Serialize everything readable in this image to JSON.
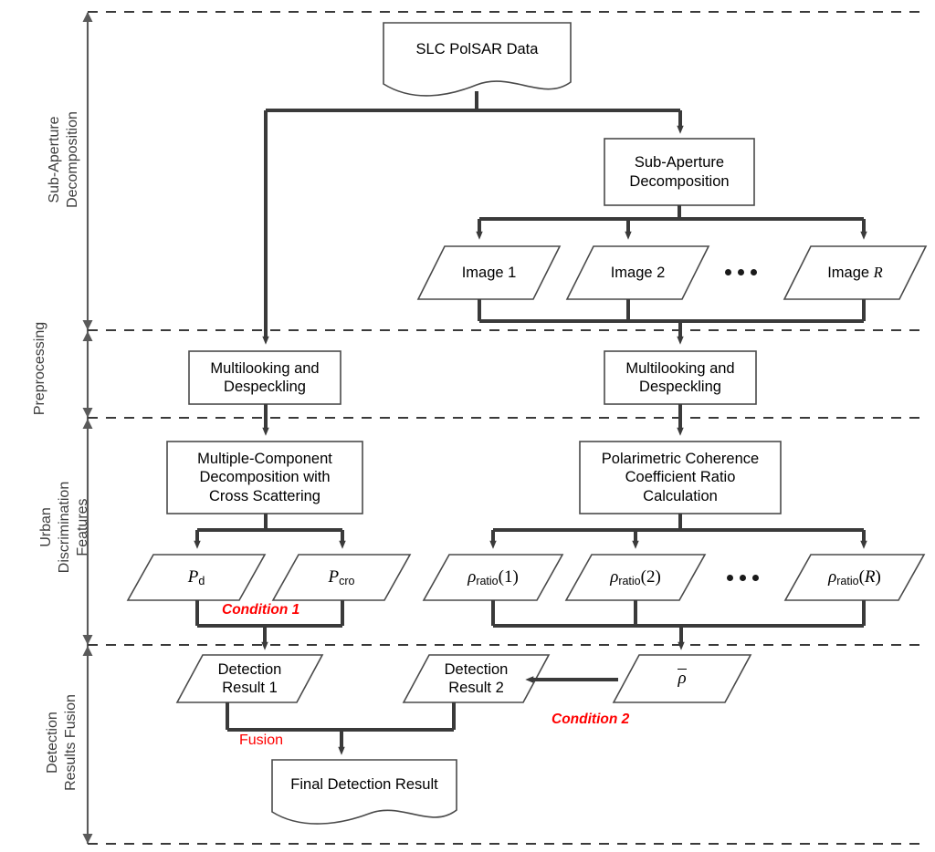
{
  "figure": {
    "type": "flowchart",
    "title": "PolSAR urban area detection processing chain",
    "colors": {
      "line": "#3a3a3a",
      "thick_line": "#333333",
      "annotation": "#ff0000",
      "text": "#000000",
      "stage_text": "#3d3d3d",
      "background": "#ffffff"
    }
  },
  "stages": [
    {
      "id": "stage-sub-aperture",
      "label": "Sub-Aperture\nDecomposition"
    },
    {
      "id": "stage-preprocessing",
      "label": "Preprocessing"
    },
    {
      "id": "stage-urban-features",
      "label": "Urban\nDiscrimination\nFeatures"
    },
    {
      "id": "stage-fusion",
      "label": "Detection\nResults Fusion"
    }
  ],
  "nodes": {
    "slc_polsar_data": {
      "label": "SLC PolSAR Data",
      "shape": "document"
    },
    "sub_aperture_decomposition": {
      "label": "Sub-Aperture\nDecomposition",
      "shape": "rect"
    },
    "image_1": {
      "label": "Image 1",
      "shape": "parallelogram"
    },
    "image_2": {
      "label": "Image 2",
      "shape": "parallelogram"
    },
    "image_r": {
      "label": "Image R",
      "shape": "parallelogram"
    },
    "images_ellipsis": {
      "label": "• • •",
      "shape": "ellipsis"
    },
    "multilooking_left": {
      "label": "Multilooking and\nDespeckling",
      "shape": "rect"
    },
    "multilooking_right": {
      "label": "Multilooking and\nDespeckling",
      "shape": "rect"
    },
    "multiple_component_decomposition": {
      "label": "Multiple-Component\nDecomposition with\nCross Scattering",
      "shape": "rect"
    },
    "polarimetric_coherence": {
      "label": "Polarimetric Coherence\nCoefficient Ratio\nCalculation",
      "shape": "rect"
    },
    "p_d": {
      "label": "Pd",
      "base": "P",
      "sub": "d",
      "shape": "parallelogram"
    },
    "p_cro": {
      "label": "Pcro",
      "base": "P",
      "sub": "cro",
      "shape": "parallelogram"
    },
    "rho_ratio_1": {
      "label": "ρratio(1)",
      "base": "ρ",
      "sub": "ratio",
      "arg": "(1)",
      "shape": "parallelogram"
    },
    "rho_ratio_2": {
      "label": "ρratio(2)",
      "base": "ρ",
      "sub": "ratio",
      "arg": "(2)",
      "shape": "parallelogram"
    },
    "rho_ratio_r": {
      "label": "ρratio(R)",
      "base": "ρ",
      "sub": "ratio",
      "arg": "(R)",
      "shape": "parallelogram"
    },
    "rho_ellipsis": {
      "label": "• • •",
      "shape": "ellipsis"
    },
    "detection_result_1": {
      "label": "Detection\nResult 1",
      "shape": "parallelogram"
    },
    "detection_result_2": {
      "label": "Detection\nResult 2",
      "shape": "parallelogram"
    },
    "rho_bar": {
      "label": "ρ̄",
      "base": "ρ",
      "overbar": true,
      "shape": "parallelogram"
    },
    "final_detection_result": {
      "label": "Final Detection Result",
      "shape": "document"
    }
  },
  "annotations": [
    {
      "id": "condition-1",
      "label": "Condition 1",
      "style": "italic-red"
    },
    {
      "id": "condition-2",
      "label": "Condition 2",
      "style": "italic-red"
    },
    {
      "id": "fusion",
      "label": "Fusion",
      "style": "plain-red"
    }
  ]
}
